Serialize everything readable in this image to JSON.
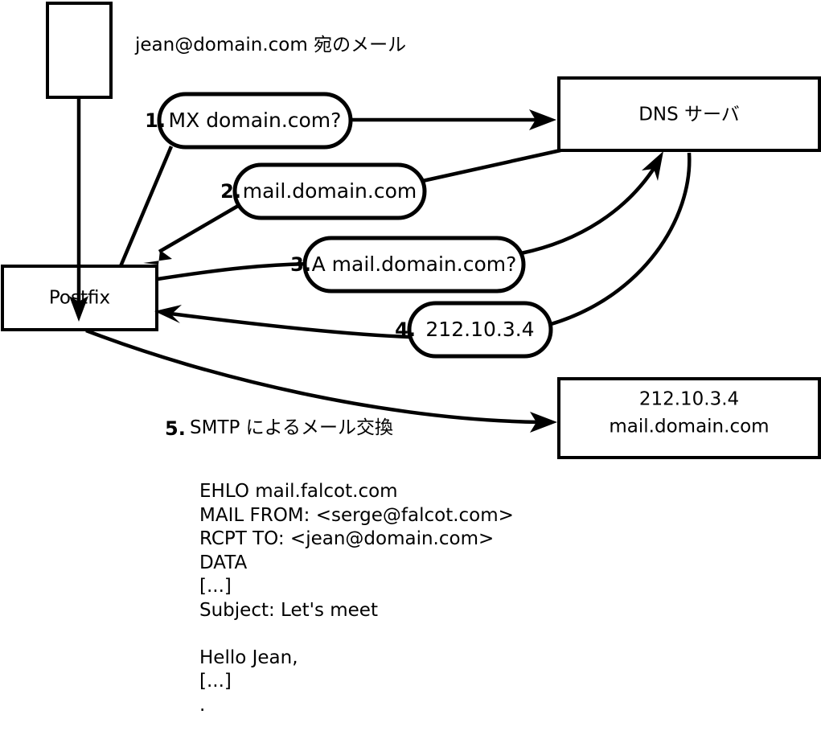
{
  "diagram": {
    "type": "mail-delivery-flow",
    "title_caption": "jean@domain.com 宛のメール",
    "nodes": {
      "sender": {
        "label": "",
        "name": "sender-box"
      },
      "postfix": {
        "label": "Postfix",
        "name": "postfix-box"
      },
      "dns": {
        "label": "DNS サーバ",
        "name": "dns-server-box"
      },
      "mailserver": {
        "line1": "212.10.3.4",
        "line2": "mail.domain.com",
        "name": "mail-server-box"
      }
    },
    "steps": [
      {
        "num": "1.",
        "label": "MX domain.com?"
      },
      {
        "num": "2.",
        "label": "mail.domain.com"
      },
      {
        "num": "3.",
        "label": "A mail.domain.com?"
      },
      {
        "num": "4.",
        "label": "212.10.3.4"
      },
      {
        "num": "5.",
        "label": "SMTP によるメール交換"
      }
    ],
    "smtp_transcript": [
      "EHLO mail.falcot.com",
      "MAIL FROM: <serge@falcot.com>",
      "RCPT TO: <jean@domain.com>",
      "DATA",
      "[...]",
      "Subject: Let's meet",
      "",
      "Hello Jean,",
      "[...]",
      "."
    ],
    "colors": {
      "stroke": "#000000",
      "fill": "#ffffff",
      "text": "#000000"
    }
  }
}
